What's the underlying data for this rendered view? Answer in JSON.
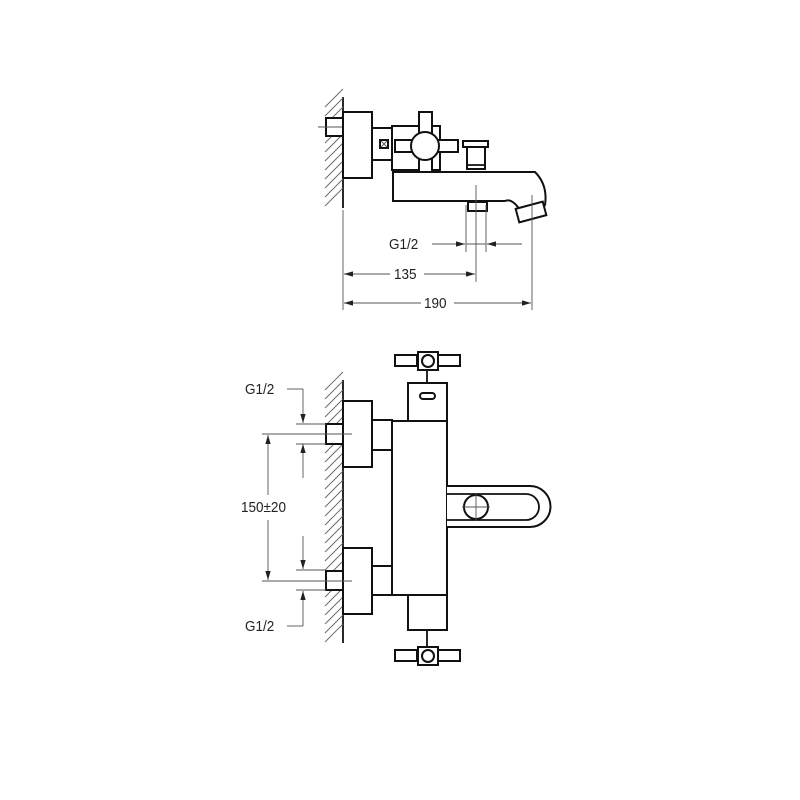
{
  "top_view": {
    "dim_thread": "G1/2",
    "dim_spout": "135",
    "dim_total": "190"
  },
  "front_view": {
    "dim_thread_upper": "G1/2",
    "dim_spacing": "150±20",
    "dim_thread_lower": "G1/2"
  }
}
